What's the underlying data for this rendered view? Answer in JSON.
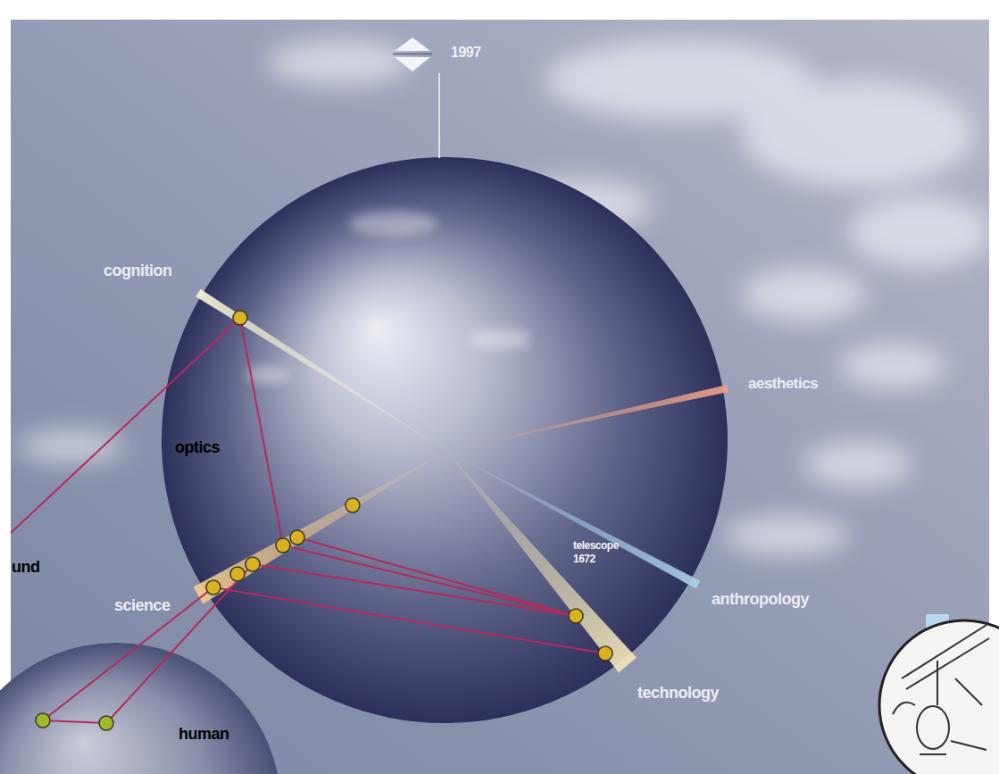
{
  "diagram": {
    "labels": [
      "1997",
      "cognition",
      "aesthetics",
      "optics",
      "und",
      "science",
      "telescope 1672",
      "anthropology",
      "technology",
      "human"
    ]
  }
}
